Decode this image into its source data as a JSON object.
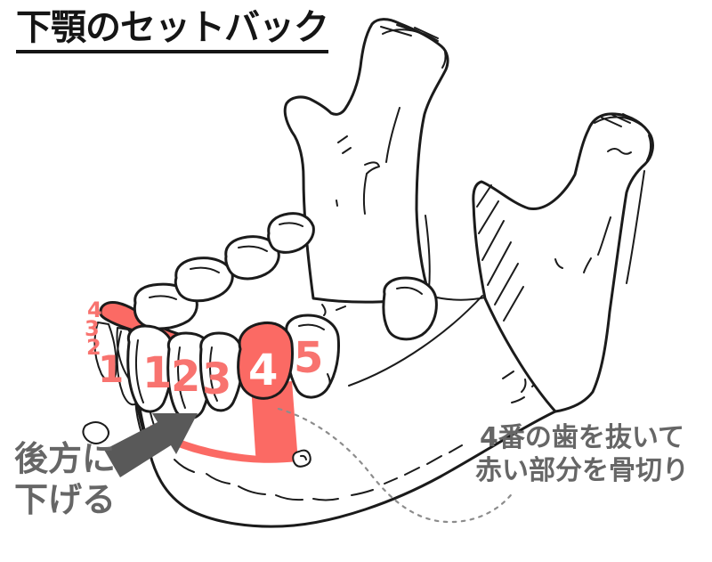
{
  "title": {
    "text": "下顎のセットバック"
  },
  "labels": {
    "setback_line1": "後方に",
    "setback_line2": "下げる",
    "note_line1": "4番の歯を抜いて",
    "note_line2": "赤い部分を骨切り"
  },
  "teeth": {
    "far_labels": [
      "4",
      "3",
      "2",
      "1"
    ],
    "near_labels": [
      "1",
      "2",
      "3",
      "4",
      "5"
    ]
  },
  "colors": {
    "highlight_red": "#fb6a64",
    "number_red": "#f8736f",
    "annotation_gray": "#666666",
    "arrow_gray": "#595959",
    "leader_gray": "#8c8c8c",
    "sketch_black": "#1b1b1b"
  }
}
